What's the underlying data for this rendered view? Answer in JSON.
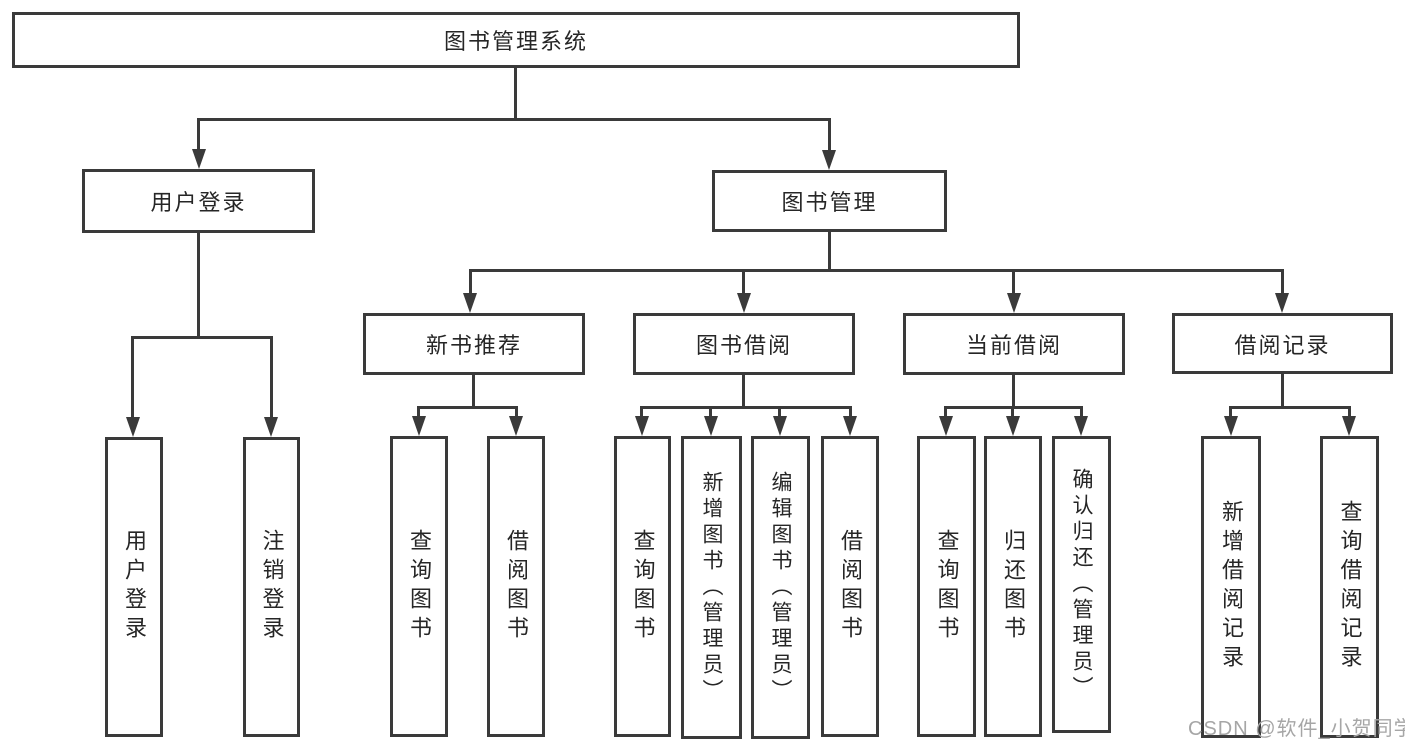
{
  "tree": {
    "label": "图书管理系统",
    "children": [
      {
        "label": "用户登录",
        "children": [
          {
            "label": "用户登录"
          },
          {
            "label": "注销登录"
          }
        ]
      },
      {
        "label": "图书管理",
        "children": [
          {
            "label": "新书推荐",
            "children": [
              {
                "label": "查询图书"
              },
              {
                "label": "借阅图书"
              }
            ]
          },
          {
            "label": "图书借阅",
            "children": [
              {
                "label": "查询图书"
              },
              {
                "label": "新增图书（管理员）"
              },
              {
                "label": "编辑图书（管理员）"
              },
              {
                "label": "借阅图书"
              }
            ]
          },
          {
            "label": "当前借阅",
            "children": [
              {
                "label": "查询图书"
              },
              {
                "label": "归还图书"
              },
              {
                "label": "确认归还（管理员）"
              }
            ]
          },
          {
            "label": "借阅记录",
            "children": [
              {
                "label": "新增借阅记录"
              },
              {
                "label": "查询借阅记录"
              }
            ]
          }
        ]
      }
    ]
  },
  "watermark": {
    "text": "CSDN @软件_小贺同学"
  },
  "colors": {
    "line": "#3a3a3a",
    "box_border": "#3a3a3a",
    "text": "#262626",
    "watermark": "#a6a6a6",
    "background": "#ffffff"
  }
}
